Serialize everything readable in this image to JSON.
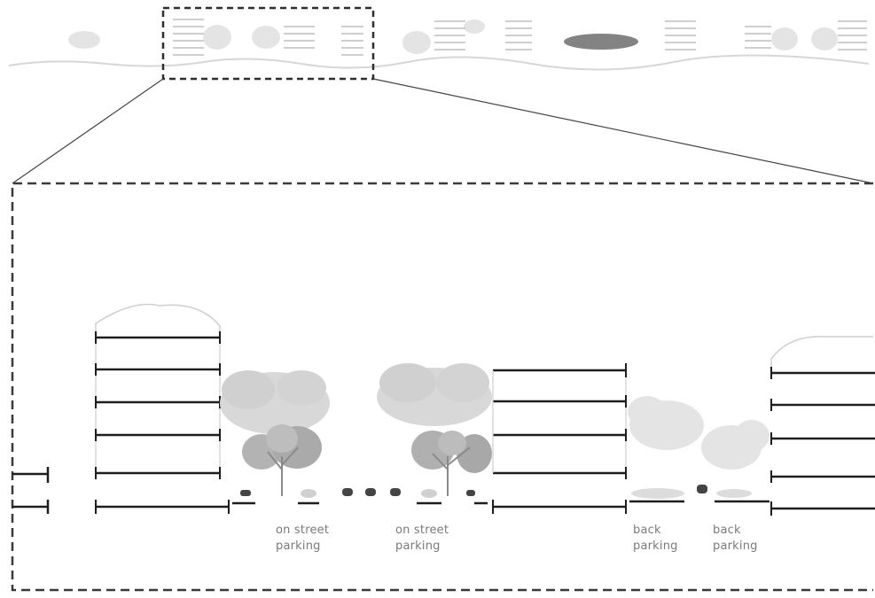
{
  "labels": [
    {
      "line1": "on street",
      "line2": "parking"
    },
    {
      "line1": "on street",
      "line2": "parking"
    },
    {
      "line1": "back",
      "line2": "parking"
    },
    {
      "line1": "back",
      "line2": "parking"
    }
  ],
  "colors": {
    "floor_line": "#1e1e1e",
    "dashed_frame": "#3a3a3a",
    "tree_canopy_light": "#d7d7d7",
    "tree_canopy_dark": "#b5b5b5",
    "car": "#444444",
    "label_text": "#7a7a7a"
  }
}
